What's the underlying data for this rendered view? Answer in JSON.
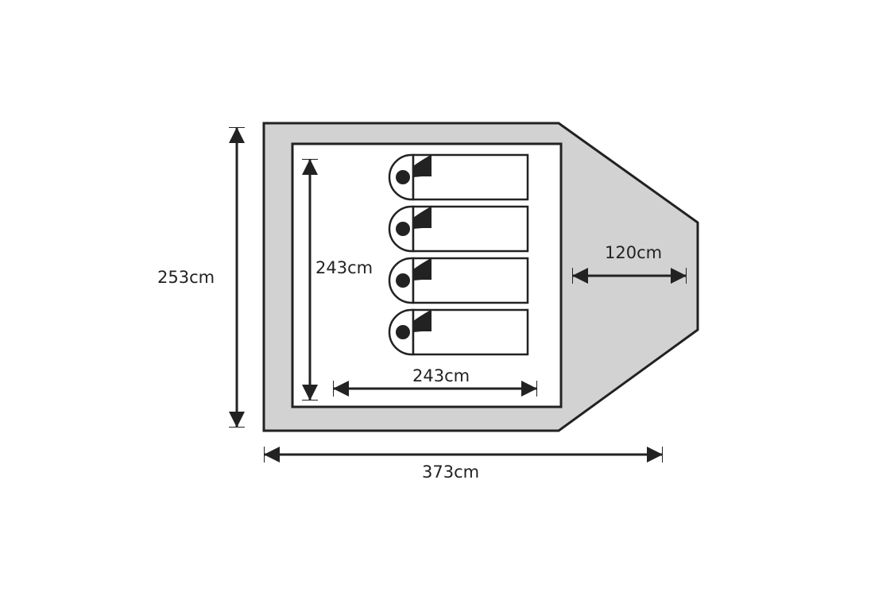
{
  "title": "Tent floor plan",
  "colors": {
    "floor": "#d2d2d2",
    "line": "#222222",
    "inner": "#ffffff"
  },
  "dimensions": {
    "total_height": "253cm",
    "inner_height": "243cm",
    "inner_width": "243cm",
    "porch_depth": "120cm",
    "total_length": "373cm"
  },
  "sleeping_bags": 4
}
